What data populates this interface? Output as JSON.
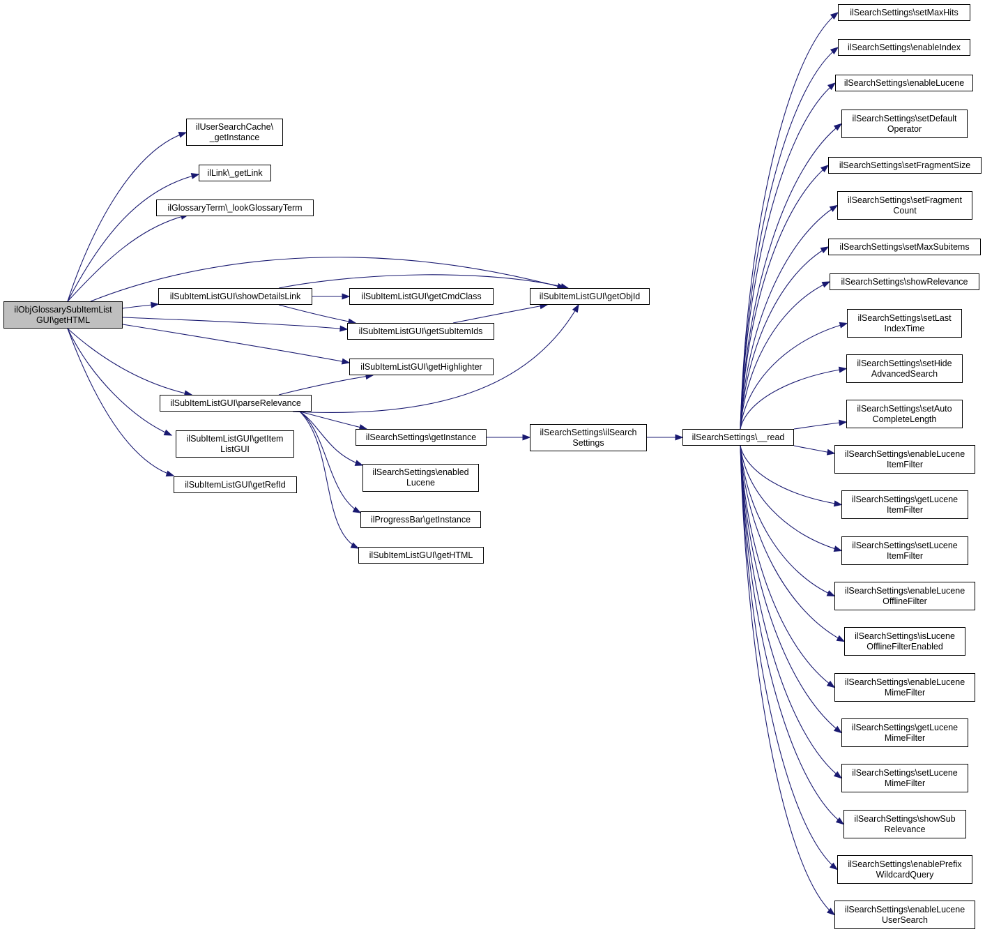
{
  "graph": {
    "nodes": [
      {
        "id": "root",
        "lines": [
          "ilObjGlossarySubItemList",
          "GUI\\getHTML"
        ],
        "root": true
      },
      {
        "id": "usc",
        "lines": [
          "ilUserSearchCache\\",
          "_getInstance"
        ]
      },
      {
        "id": "link",
        "lines": [
          "ilLink\\_getLink"
        ]
      },
      {
        "id": "gloss",
        "lines": [
          "ilGlossaryTerm\\_lookGlossaryTerm"
        ]
      },
      {
        "id": "sdl",
        "lines": [
          "ilSubItemListGUI\\showDetailsLink"
        ]
      },
      {
        "id": "cmd",
        "lines": [
          "ilSubItemListGUI\\getCmdClass"
        ]
      },
      {
        "id": "objid",
        "lines": [
          "ilSubItemListGUI\\getObjId"
        ]
      },
      {
        "id": "subids",
        "lines": [
          "ilSubItemListGUI\\getSubItemIds"
        ]
      },
      {
        "id": "hl",
        "lines": [
          "ilSubItemListGUI\\getHighlighter"
        ]
      },
      {
        "id": "parse",
        "lines": [
          "ilSubItemListGUI\\parseRelevance"
        ]
      },
      {
        "id": "ilgui",
        "lines": [
          "ilSubItemListGUI\\getItem",
          "ListGUI"
        ]
      },
      {
        "id": "refid",
        "lines": [
          "ilSubItemListGUI\\getRefId"
        ]
      },
      {
        "id": "ssgi",
        "lines": [
          "ilSearchSettings\\getInstance"
        ]
      },
      {
        "id": "ssel",
        "lines": [
          "ilSearchSettings\\enabled",
          "Lucene"
        ]
      },
      {
        "id": "pb",
        "lines": [
          "ilProgressBar\\getInstance"
        ]
      },
      {
        "id": "sghtml",
        "lines": [
          "ilSubItemListGUI\\getHTML"
        ]
      },
      {
        "id": "ssctor",
        "lines": [
          "ilSearchSettings\\ilSearch",
          "Settings"
        ]
      },
      {
        "id": "read",
        "lines": [
          "ilSearchSettings\\__read"
        ]
      },
      {
        "id": "r1",
        "lines": [
          "ilSearchSettings\\setMaxHits"
        ]
      },
      {
        "id": "r2",
        "lines": [
          "ilSearchSettings\\enableIndex"
        ]
      },
      {
        "id": "r3",
        "lines": [
          "ilSearchSettings\\enableLucene"
        ]
      },
      {
        "id": "r4",
        "lines": [
          "ilSearchSettings\\setDefault",
          "Operator"
        ]
      },
      {
        "id": "r5",
        "lines": [
          "ilSearchSettings\\setFragmentSize"
        ]
      },
      {
        "id": "r6",
        "lines": [
          "ilSearchSettings\\setFragment",
          "Count"
        ]
      },
      {
        "id": "r7",
        "lines": [
          "ilSearchSettings\\setMaxSubitems"
        ]
      },
      {
        "id": "r8",
        "lines": [
          "ilSearchSettings\\showRelevance"
        ]
      },
      {
        "id": "r9",
        "lines": [
          "ilSearchSettings\\setLast",
          "IndexTime"
        ]
      },
      {
        "id": "r10",
        "lines": [
          "ilSearchSettings\\setHide",
          "AdvancedSearch"
        ]
      },
      {
        "id": "r11",
        "lines": [
          "ilSearchSettings\\setAuto",
          "CompleteLength"
        ]
      },
      {
        "id": "r12",
        "lines": [
          "ilSearchSettings\\enableLucene",
          "ItemFilter"
        ]
      },
      {
        "id": "r13",
        "lines": [
          "ilSearchSettings\\getLucene",
          "ItemFilter"
        ]
      },
      {
        "id": "r14",
        "lines": [
          "ilSearchSettings\\setLucene",
          "ItemFilter"
        ]
      },
      {
        "id": "r15",
        "lines": [
          "ilSearchSettings\\enableLucene",
          "OfflineFilter"
        ]
      },
      {
        "id": "r16",
        "lines": [
          "ilSearchSettings\\isLucene",
          "OfflineFilterEnabled"
        ]
      },
      {
        "id": "r17",
        "lines": [
          "ilSearchSettings\\enableLucene",
          "MimeFilter"
        ]
      },
      {
        "id": "r18",
        "lines": [
          "ilSearchSettings\\getLucene",
          "MimeFilter"
        ]
      },
      {
        "id": "r19",
        "lines": [
          "ilSearchSettings\\setLucene",
          "MimeFilter"
        ]
      },
      {
        "id": "r20",
        "lines": [
          "ilSearchSettings\\showSub",
          "Relevance"
        ]
      },
      {
        "id": "r21",
        "lines": [
          "ilSearchSettings\\enablePrefix",
          "WildcardQuery"
        ]
      },
      {
        "id": "r22",
        "lines": [
          "ilSearchSettings\\enableLucene",
          "UserSearch"
        ]
      }
    ],
    "edges": [
      [
        "root",
        "usc"
      ],
      [
        "root",
        "link"
      ],
      [
        "root",
        "gloss"
      ],
      [
        "root",
        "objid"
      ],
      [
        "root",
        "sdl"
      ],
      [
        "root",
        "subids"
      ],
      [
        "root",
        "hl"
      ],
      [
        "root",
        "parse"
      ],
      [
        "root",
        "ilgui"
      ],
      [
        "root",
        "refid"
      ],
      [
        "sdl",
        "cmd"
      ],
      [
        "sdl",
        "objid"
      ],
      [
        "sdl",
        "subids"
      ],
      [
        "subids",
        "objid"
      ],
      [
        "parse",
        "hl"
      ],
      [
        "parse",
        "objid"
      ],
      [
        "parse",
        "ssgi"
      ],
      [
        "parse",
        "ssel"
      ],
      [
        "parse",
        "pb"
      ],
      [
        "parse",
        "sghtml"
      ],
      [
        "ssgi",
        "ssctor"
      ],
      [
        "ssctor",
        "read"
      ],
      [
        "read",
        "r1"
      ],
      [
        "read",
        "r2"
      ],
      [
        "read",
        "r3"
      ],
      [
        "read",
        "r4"
      ],
      [
        "read",
        "r5"
      ],
      [
        "read",
        "r6"
      ],
      [
        "read",
        "r7"
      ],
      [
        "read",
        "r8"
      ],
      [
        "read",
        "r9"
      ],
      [
        "read",
        "r10"
      ],
      [
        "read",
        "r11"
      ],
      [
        "read",
        "r12"
      ],
      [
        "read",
        "r13"
      ],
      [
        "read",
        "r14"
      ],
      [
        "read",
        "r15"
      ],
      [
        "read",
        "r16"
      ],
      [
        "read",
        "r17"
      ],
      [
        "read",
        "r18"
      ],
      [
        "read",
        "r19"
      ],
      [
        "read",
        "r20"
      ],
      [
        "read",
        "r21"
      ],
      [
        "read",
        "r22"
      ]
    ]
  }
}
